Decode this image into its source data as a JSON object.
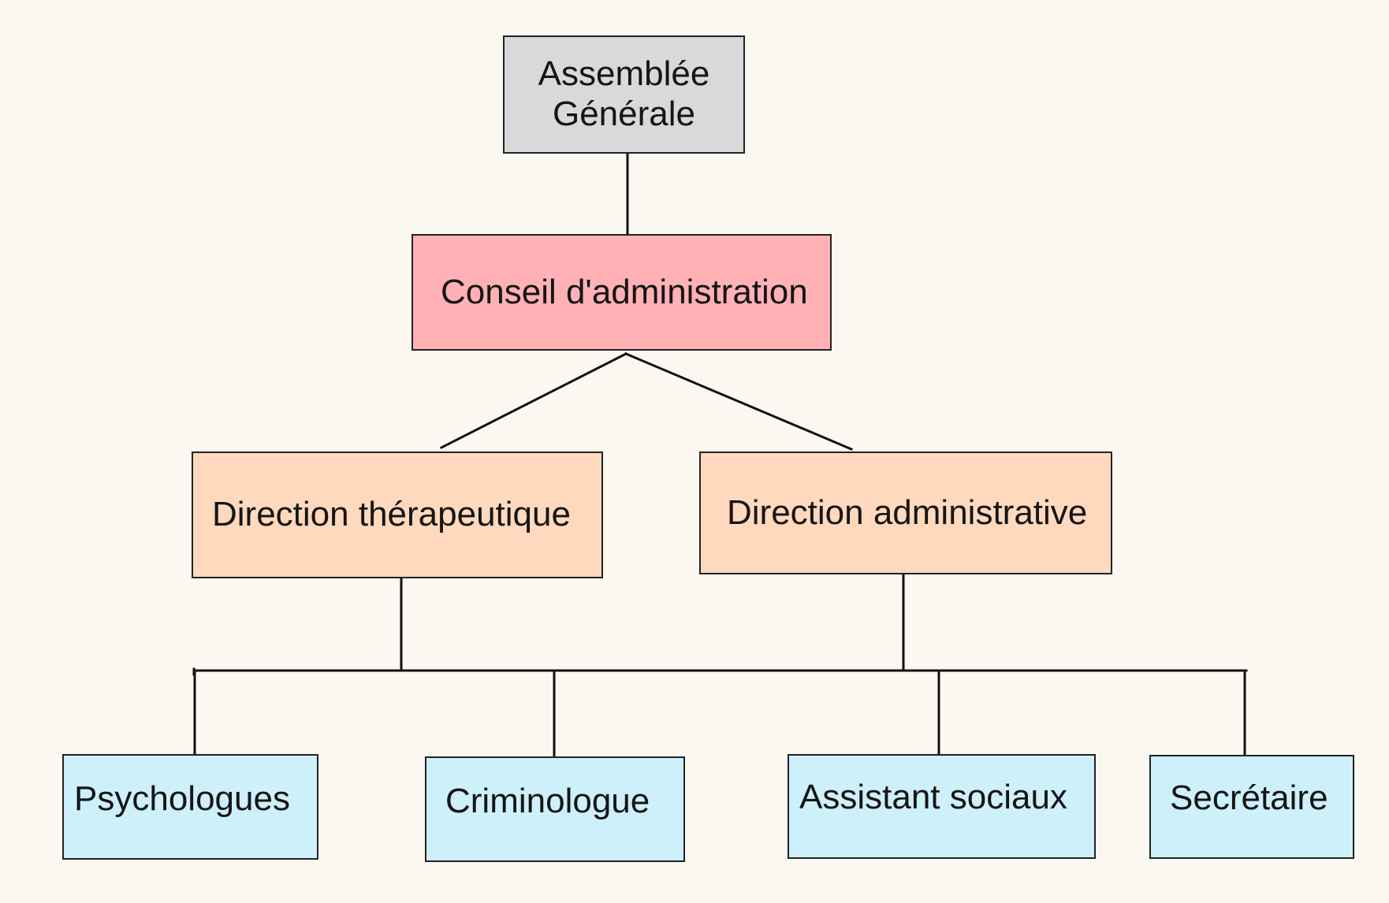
{
  "colors": {
    "background": "#fbf8f2",
    "level_top": "#d9d8da",
    "level_board": "#ffb1b5",
    "level_direction": "#ffd9bd",
    "level_staff": "#cdf0fb",
    "line": "#111111"
  },
  "nodes": {
    "assemblee": {
      "line1": "Assemblée",
      "line2": "Générale"
    },
    "conseil": {
      "label": "Conseil d'administration"
    },
    "direction_therapeutique": {
      "label": "Direction thérapeutique"
    },
    "direction_administrative": {
      "label": "Direction administrative"
    },
    "psychologues": {
      "label": "Psychologues"
    },
    "criminologue": {
      "label": "Criminologue"
    },
    "assistant_sociaux": {
      "label": "Assistant sociaux"
    },
    "secretaire": {
      "label": "Secrétaire"
    }
  }
}
